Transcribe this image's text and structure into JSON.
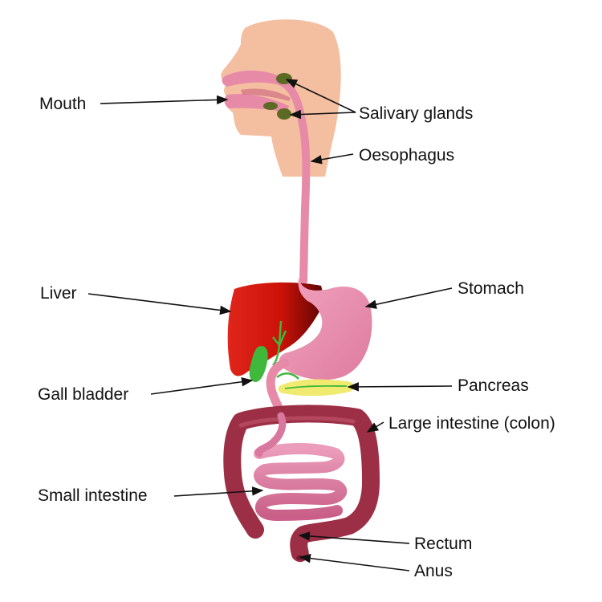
{
  "labels": {
    "mouth": "Mouth",
    "salivary_glands": "Salivary glands",
    "oesophagus": "Oesophagus",
    "liver": "Liver",
    "stomach": "Stomach",
    "gall_bladder": "Gall bladder",
    "pancreas": "Pancreas",
    "large_intestine": "Large intestine (colon)",
    "small_intestine": "Small intestine",
    "rectum": "Rectum",
    "anus": "Anus"
  },
  "colors": {
    "skin": "#f4bfa0",
    "tract": "#e78aa8",
    "tract_dark": "#c95a7c",
    "liver": "#d81810",
    "liver_dark": "#6e0606",
    "gall_bladder": "#3fb83c",
    "salivary_gland": "#5d6a23",
    "pancreas": "#f0ea70",
    "colon": "#9c2e45",
    "colon_dark": "#6e1b2e",
    "small_intestine": "#d9789e",
    "arrow": "#111111"
  }
}
